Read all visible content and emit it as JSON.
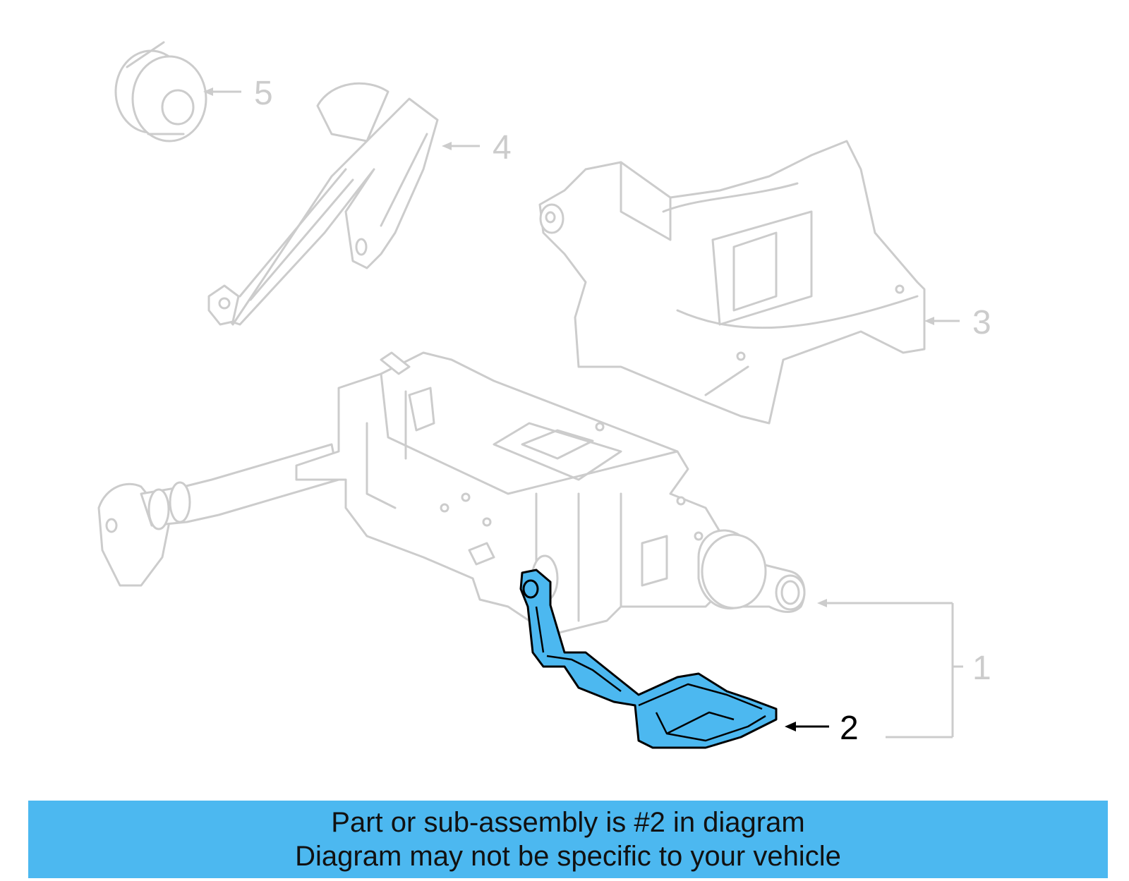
{
  "callouts": [
    {
      "id": "5",
      "label": "5",
      "highlighted": false
    },
    {
      "id": "4",
      "label": "4",
      "highlighted": false
    },
    {
      "id": "3",
      "label": "3",
      "highlighted": false
    },
    {
      "id": "1",
      "label": "1",
      "highlighted": false
    },
    {
      "id": "2",
      "label": "2",
      "highlighted": true
    }
  ],
  "banner": {
    "line1": "Part or sub-assembly is #2 in diagram",
    "line2": "Diagram may not be specific to your vehicle"
  },
  "colors": {
    "highlight": "#4cb8f0",
    "ghost_stroke": "#cccccc",
    "highlight_stroke": "#000000",
    "banner_bg": "#4cb8f0"
  }
}
